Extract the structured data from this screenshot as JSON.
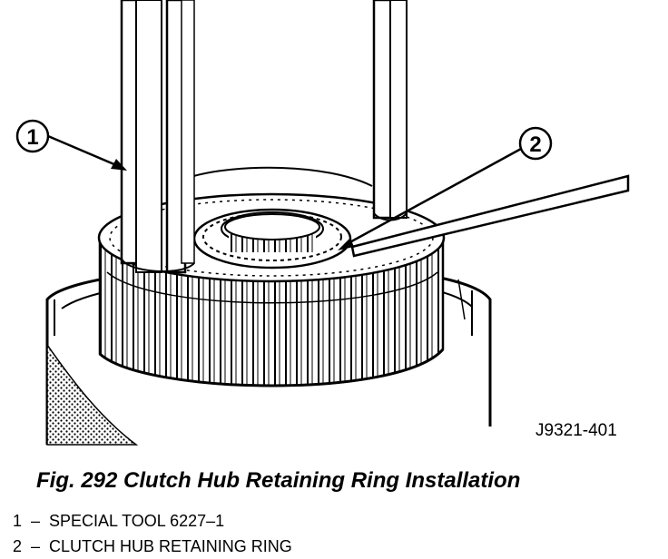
{
  "figure": {
    "code": "J9321-401",
    "caption": "Fig. 292 Clutch Hub Retaining Ring Installation",
    "callouts": [
      {
        "number": "1",
        "label": "SPECIAL TOOL 6227–1"
      },
      {
        "number": "2",
        "label": "CLUTCH HUB RETAINING RING"
      }
    ],
    "legend": [
      {
        "number": "1",
        "dash": "–",
        "label": "SPECIAL TOOL 6227–1"
      },
      {
        "number": "2",
        "dash": "–",
        "label": "CLUTCH HUB RETAINING RING"
      }
    ]
  }
}
